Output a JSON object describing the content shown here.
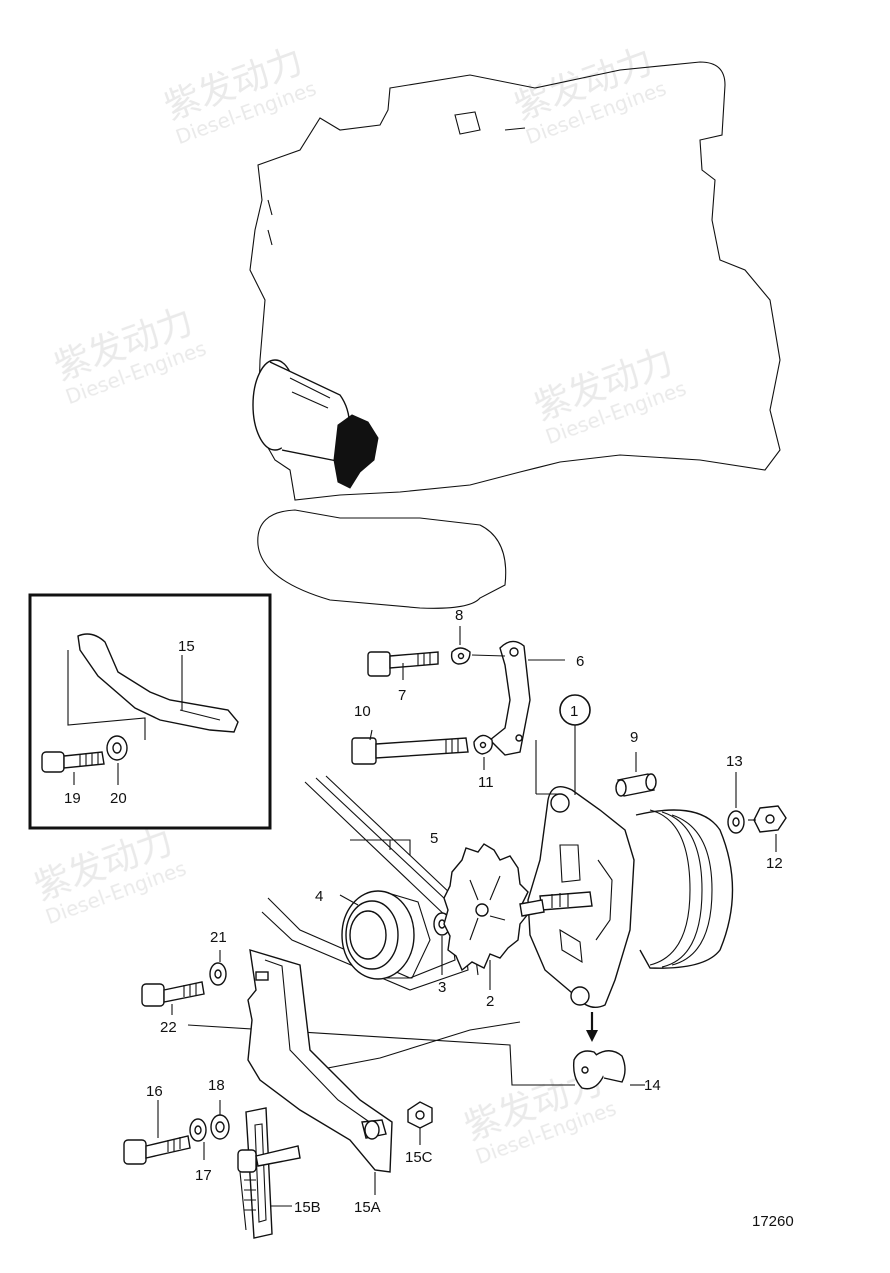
{
  "figure_number": "17260",
  "watermark": {
    "cn": "紫发动力",
    "en": "Diesel-Engines"
  },
  "callouts": {
    "c1": "1",
    "c2": "2",
    "c3": "3",
    "c4": "4",
    "c5": "5",
    "c6": "6",
    "c7": "7",
    "c8": "8",
    "c9": "9",
    "c10": "10",
    "c11": "11",
    "c12": "12",
    "c13": "13",
    "c14": "14",
    "c15": "15",
    "c15a": "15A",
    "c15b": "15B",
    "c15c": "15C",
    "c16": "16",
    "c17": "17",
    "c18": "18",
    "c19": "19",
    "c20": "20",
    "c21": "21",
    "c22": "22"
  }
}
